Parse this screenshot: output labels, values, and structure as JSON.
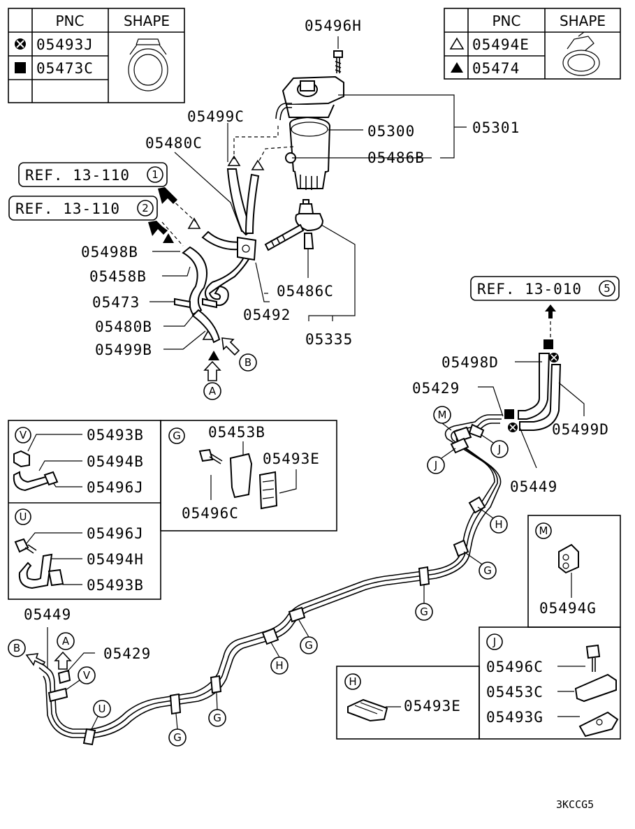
{
  "legend_left": {
    "headers": [
      "PNC",
      "SHAPE"
    ],
    "rows": [
      {
        "symbol": "circle-x",
        "pnc": "05493J"
      },
      {
        "symbol": "square",
        "pnc": "05473C"
      },
      {
        "symbol": "",
        "pnc": ""
      }
    ]
  },
  "legend_right": {
    "headers": [
      "PNC",
      "SHAPE"
    ],
    "rows": [
      {
        "symbol": "triangle-outline",
        "pnc": "05494E"
      },
      {
        "symbol": "triangle-filled",
        "pnc": "05474"
      }
    ]
  },
  "refs": {
    "ref1": {
      "text": "REF. 13-110",
      "num": "1"
    },
    "ref2": {
      "text": "REF. 13-110",
      "num": "2"
    },
    "ref5": {
      "text": "REF. 13-010",
      "num": "5"
    }
  },
  "labels": {
    "p05496H": "05496H",
    "p05499C": "05499C",
    "p05300": "05300",
    "p05301": "05301",
    "p05480C": "05480C",
    "p05486B": "05486B",
    "p05498B": "05498B",
    "p05458B": "05458B",
    "p05473": "05473",
    "p05486C": "05486C",
    "p05492": "05492",
    "p05480B": "05480B",
    "p05499B": "05499B",
    "p05335": "05335",
    "p05498D": "05498D",
    "p05429_top": "05429",
    "p05499D": "05499D",
    "p05449_top": "05449",
    "p05449_left": "05449",
    "p05429_left": "05429",
    "code": "3KCCG5"
  },
  "panel_vu": {
    "v_tag": "V",
    "v_parts": [
      "05493B",
      "05494B",
      "05496J"
    ],
    "u_tag": "U",
    "u_parts": [
      "05496J",
      "05494H",
      "05493B"
    ]
  },
  "panel_g": {
    "tag": "G",
    "parts": [
      "05453B",
      "05493E",
      "05496C"
    ]
  },
  "panel_m": {
    "tag": "M",
    "part": "05494G"
  },
  "panel_j": {
    "tag": "J",
    "parts": [
      "05496C",
      "05453C",
      "05493G"
    ]
  },
  "panel_h": {
    "tag": "H",
    "part": "05493E"
  },
  "callouts": {
    "A": "A",
    "B": "B",
    "G": "G",
    "H": "H",
    "J": "J",
    "M": "M",
    "U": "U",
    "V": "V"
  }
}
